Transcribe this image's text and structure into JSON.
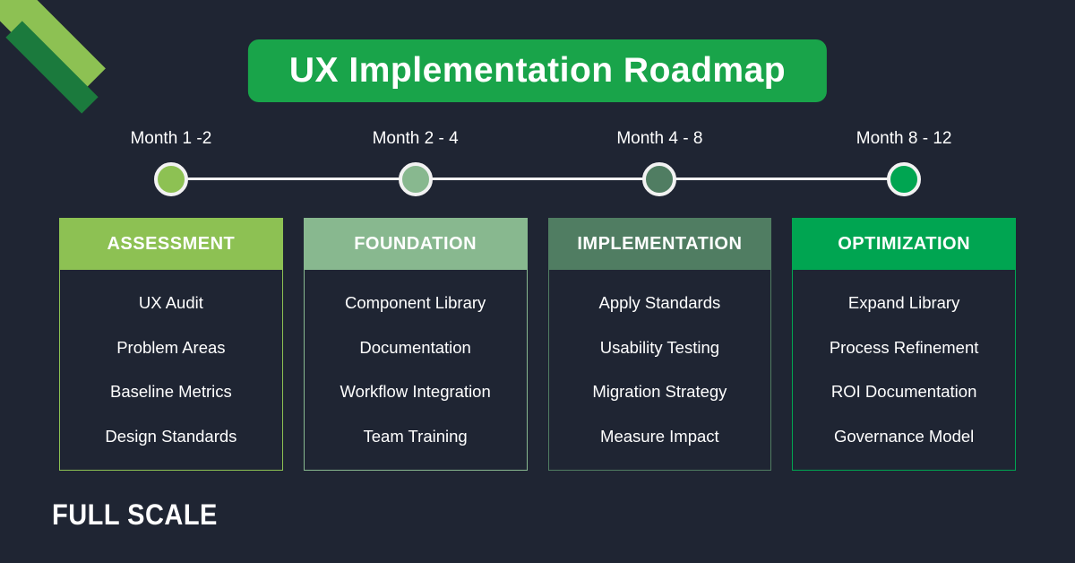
{
  "title": "UX Implementation Roadmap",
  "colors": {
    "background": "#1f2533",
    "banner_green": "#19a44a",
    "ribbon_light": "#8dc153",
    "ribbon_dark": "#1b7a3d",
    "timeline_line": "#f2f2f2"
  },
  "timeline": {
    "milestones": [
      {
        "label": "Month 1 -2",
        "color": "#8dc153"
      },
      {
        "label": "Month 2 - 4",
        "color": "#88b88f"
      },
      {
        "label": "Month 4 - 8",
        "color": "#507d62"
      },
      {
        "label": "Month 8 - 12",
        "color": "#00a551"
      }
    ]
  },
  "columns": [
    {
      "header": "ASSESSMENT",
      "color": "#8dc153",
      "items": [
        "UX Audit",
        "Problem Areas",
        "Baseline Metrics",
        "Design Standards"
      ]
    },
    {
      "header": "FOUNDATION",
      "color": "#88b88f",
      "items": [
        "Component Library",
        "Documentation",
        "Workflow Integration",
        "Team Training"
      ]
    },
    {
      "header": "IMPLEMENTATION",
      "color": "#507d62",
      "items": [
        "Apply Standards",
        "Usability Testing",
        "Migration Strategy",
        "Measure Impact"
      ]
    },
    {
      "header": "OPTIMIZATION",
      "color": "#00a551",
      "items": [
        "Expand Library",
        "Process Refinement",
        "ROI Documentation",
        "Governance Model"
      ]
    }
  ],
  "logo": {
    "text": "FULL SCALE"
  }
}
